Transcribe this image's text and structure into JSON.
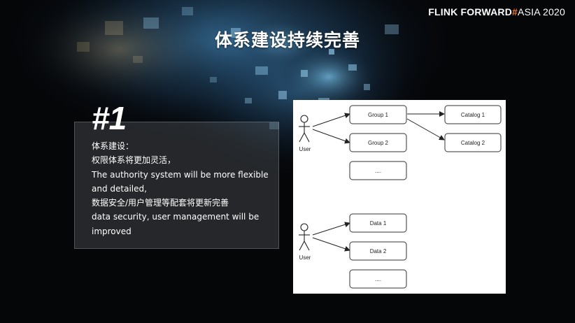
{
  "brand": {
    "prefix": "FLINK FORWARD",
    "hash": "#",
    "suffix": "ASIA 2020"
  },
  "slide": {
    "title": "体系建设持续完善"
  },
  "card": {
    "number": "#1",
    "lines": [
      "体系建设：",
      "权限体系将更加灵活，",
      "The authority system will be more flexible",
      "and detailed,",
      "数据安全/用户管理等配套将更新完善",
      "data security, user management will be",
      "improved"
    ]
  },
  "diagram": {
    "actors": [
      "User",
      "User"
    ],
    "boxes": [
      "Group 1",
      "Group 2",
      "....",
      "Catalog 1",
      "Catalog 2",
      "Data 1",
      "Data 2",
      "...."
    ]
  }
}
